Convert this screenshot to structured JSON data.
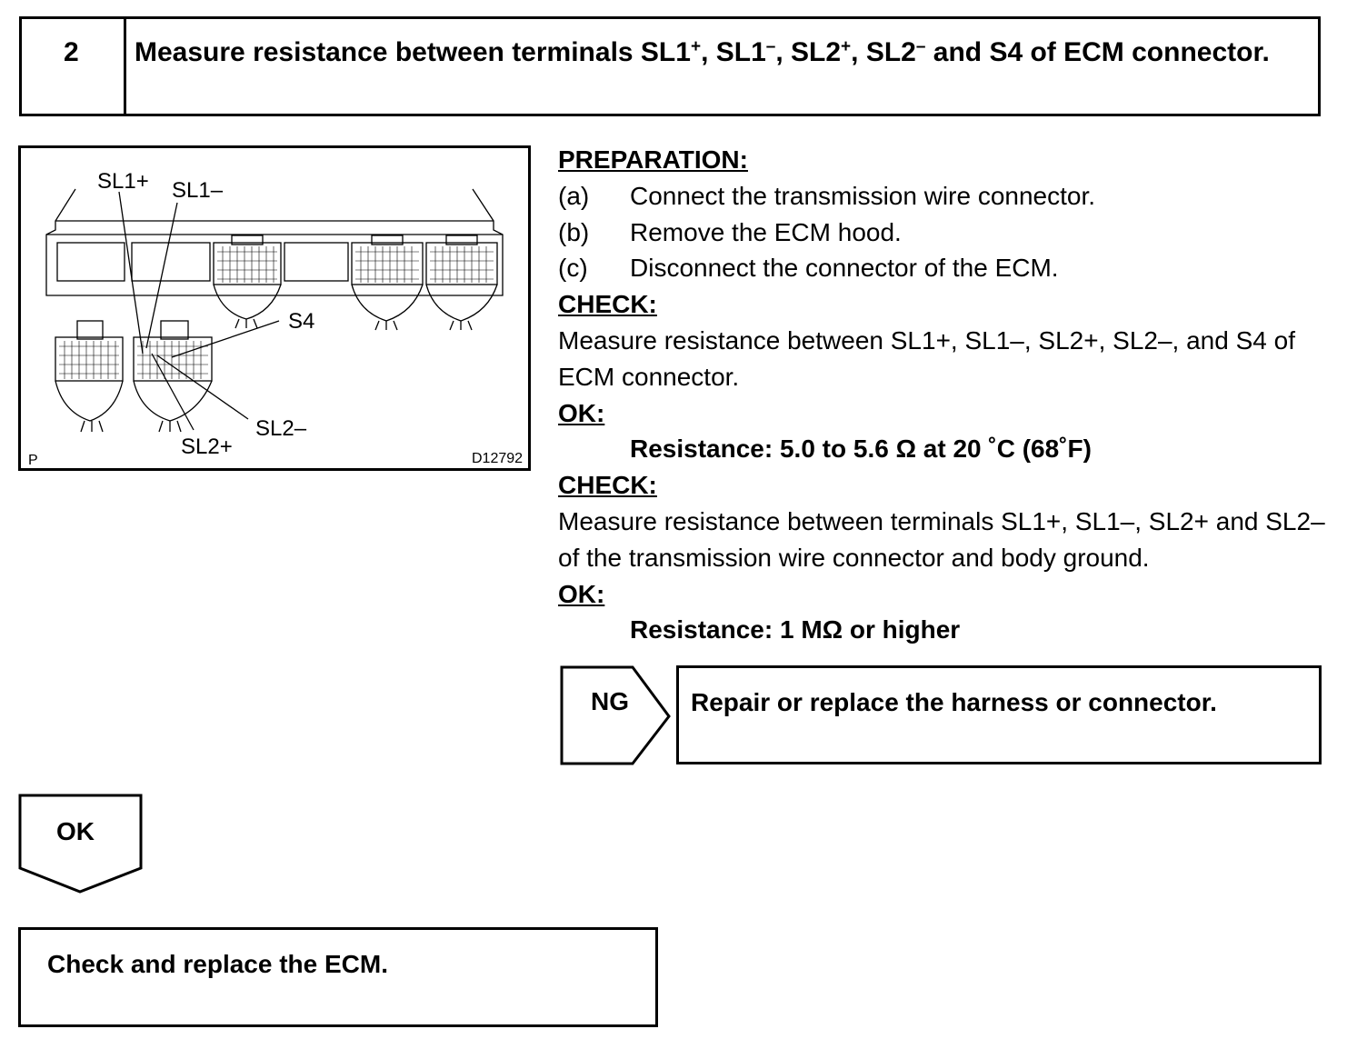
{
  "step": {
    "number": "2",
    "title_parts": [
      "Measure resistance between terminals SL1",
      "+",
      ", SL1",
      "–",
      ", SL2",
      "+",
      ", SL2",
      "–",
      " and S4 of ECM connector."
    ]
  },
  "illustration": {
    "labels": {
      "sl1_plus": "SL1+",
      "sl1_minus": "SL1–",
      "s4": "S4",
      "sl2_minus": "SL2–",
      "sl2_plus": "SL2+",
      "corner_p": "P",
      "figure_id": "D12792"
    }
  },
  "procedure": {
    "preparation_heading": "PREPARATION:",
    "preparation_steps": [
      {
        "letter": "(a)",
        "text": "Connect the transmission wire connector."
      },
      {
        "letter": "(b)",
        "text": "Remove the ECM hood."
      },
      {
        "letter": "(c)",
        "text": "Disconnect the connector of the ECM."
      }
    ],
    "check1_heading": "CHECK:",
    "check1_text": "Measure resistance between SL1+, SL1–, SL2+, SL2–, and S4 of ECM connector.",
    "ok1_heading": "OK:",
    "ok1_spec": "Resistance: 5.0 to 5.6 Ω at 20 ˚C (68˚F)",
    "check2_heading": "CHECK:",
    "check2_text": "Measure resistance between terminals SL1+, SL1–, SL2+ and SL2– of the transmission wire connector and body ground.",
    "ok2_heading": "OK:",
    "ok2_spec": "Resistance: 1 MΩ or higher"
  },
  "ng_branch": {
    "label": "NG",
    "result": "Repair or replace the harness or connector."
  },
  "ok_branch": {
    "label": "OK",
    "result": "Check and replace the ECM."
  }
}
